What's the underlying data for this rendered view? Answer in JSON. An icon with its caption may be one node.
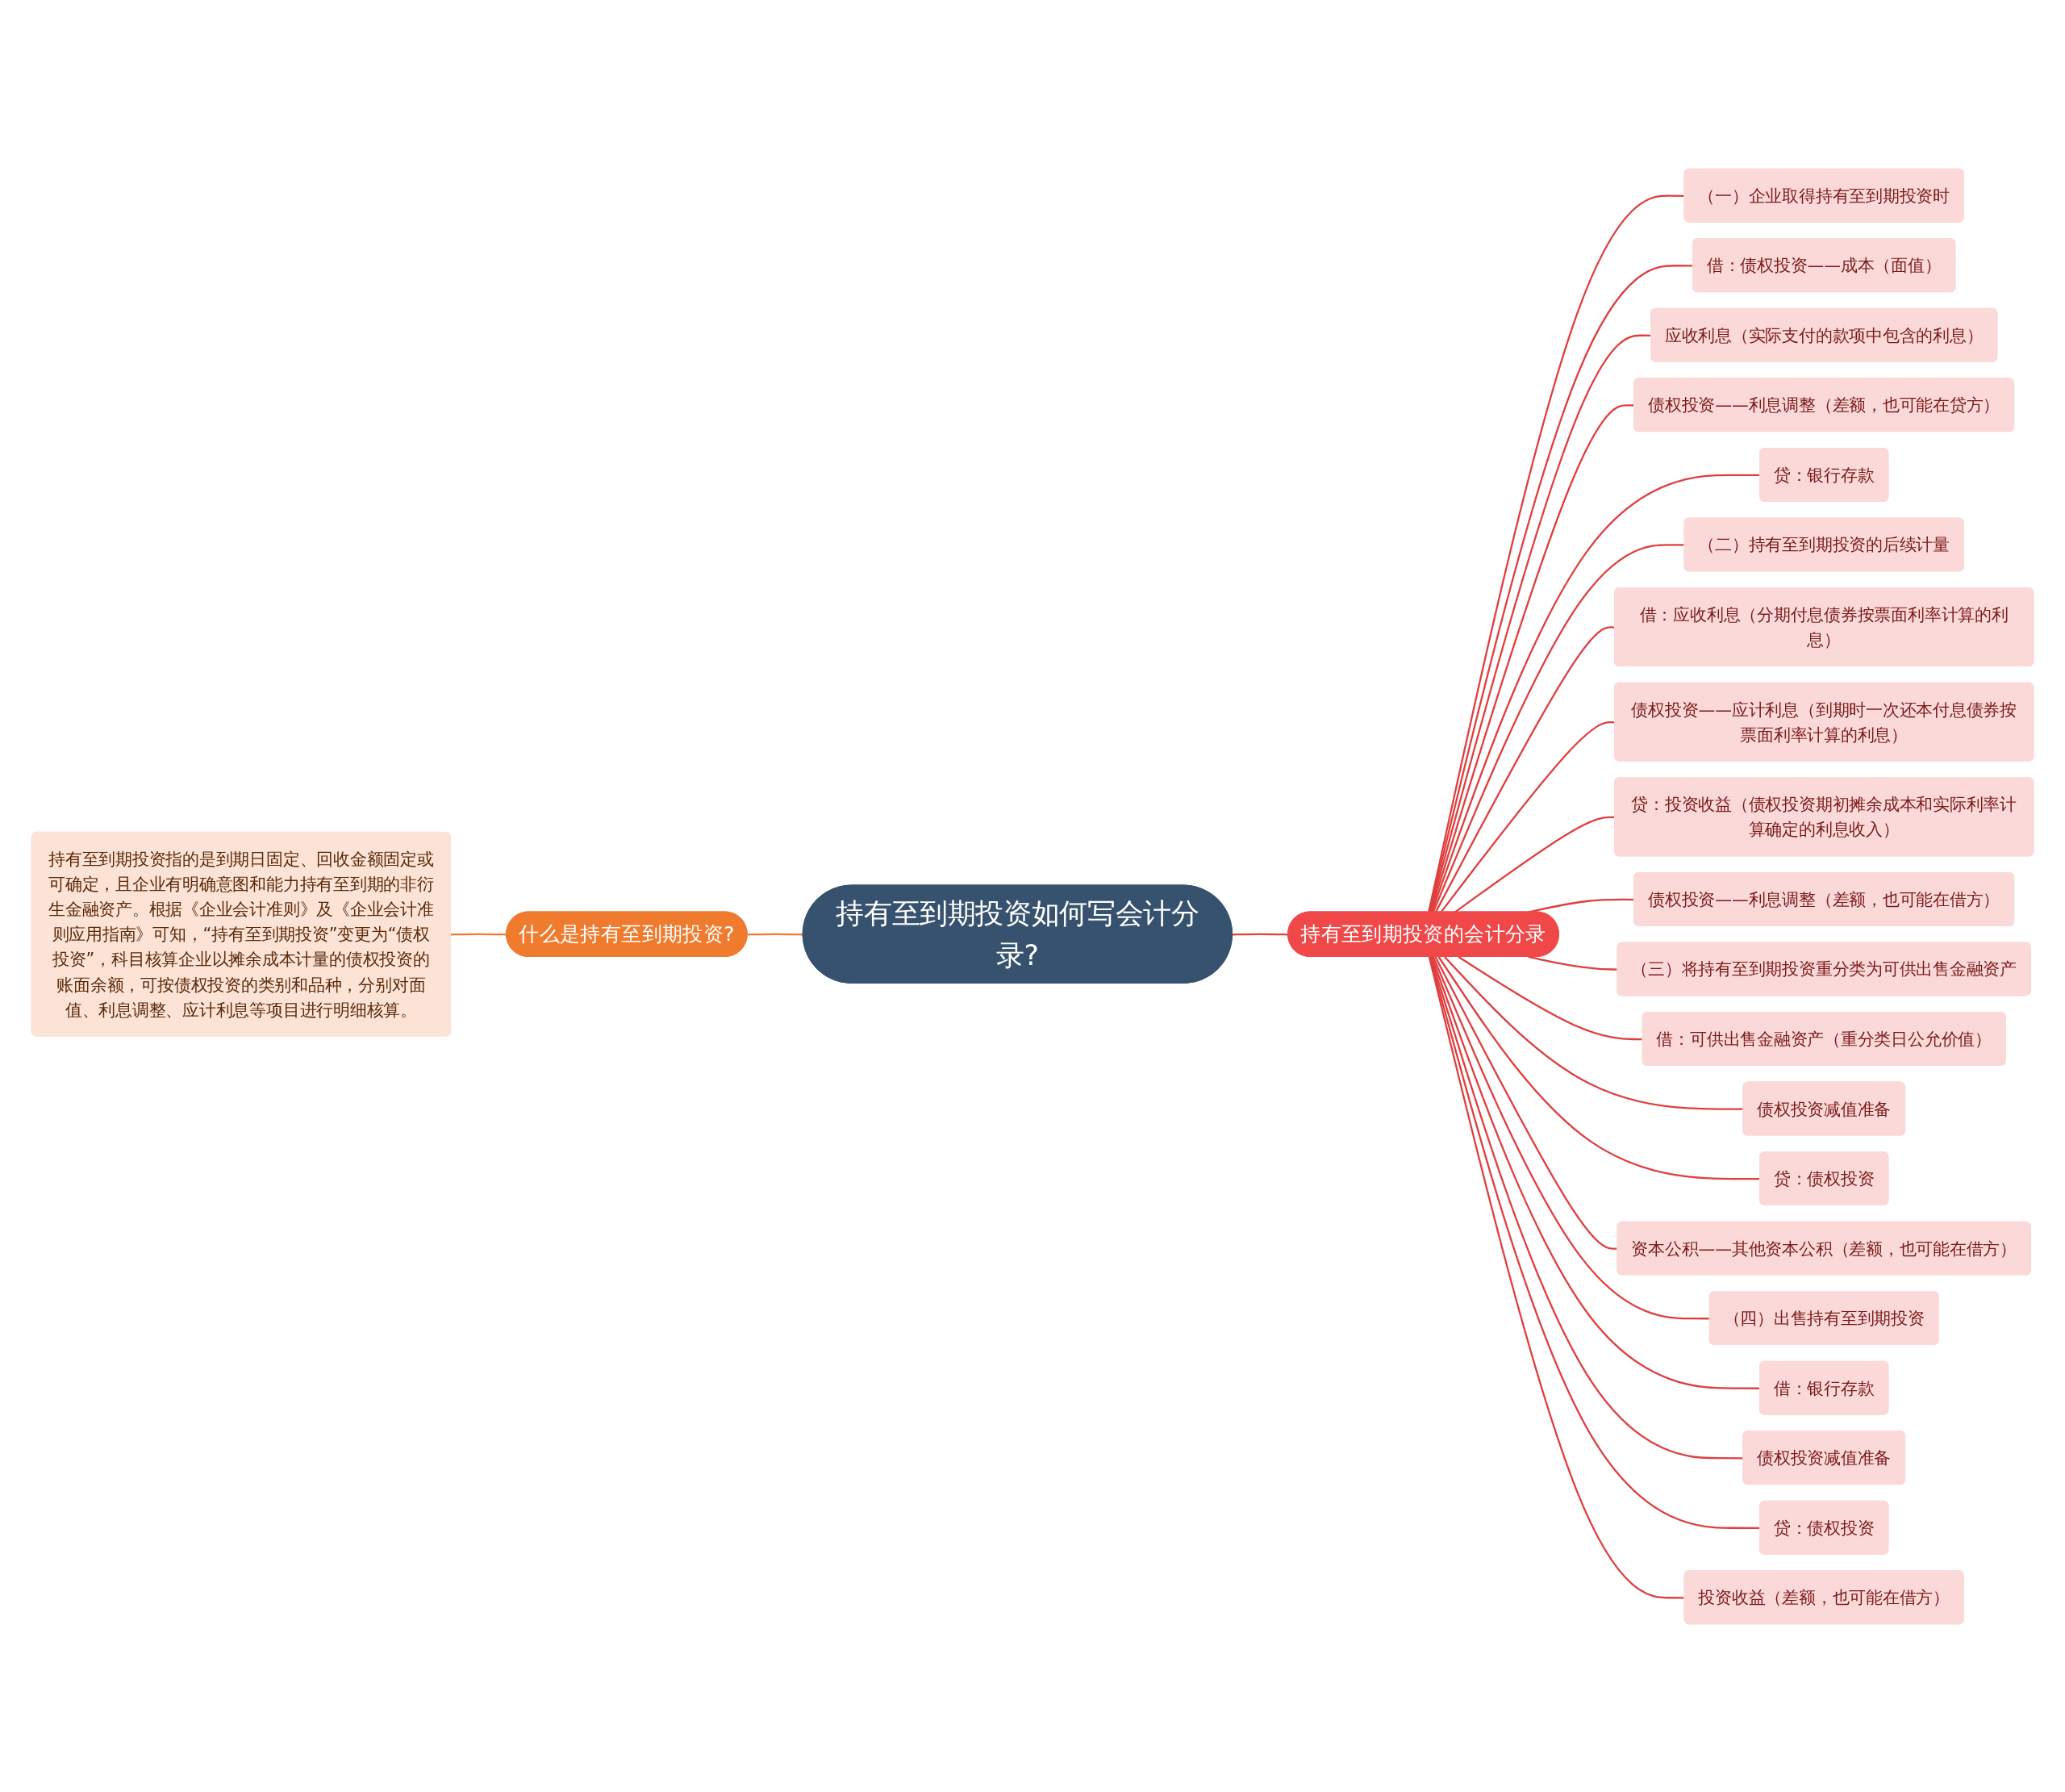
{
  "diagram": {
    "nodes": [
      {
        "text": [
          "持有至到期投资如何写会计分录?"
        ]
      },
      {
        "text": [
          "什么是持有至到期投资?"
        ]
      },
      {
        "text": [
          "持有至到期投资指的是到期日固定、回收金额固定或可确定，且企业有明确意图和能力持有至到期的非衍生金融资产。根据《企业会计准则》及《企业会计准则应用指南》可知，“持有至到期投资”变更为“债权投资”，科目核算企业以摊余成本计量的债权投资的账面余额，可按债权投资的类别和品种，分别对面值、利息调整、应计利息等项目进行明细核算。"
        ]
      },
      {
        "text": [
          "持有至到期投资的会计分录"
        ]
      },
      {
        "text": [
          "（一）企业取得持有至到期投资时"
        ]
      },
      {
        "text": [
          "借：债权投资——成本（面值）"
        ]
      },
      {
        "text": [
          "应收利息（实际支付的款项中包含的利息）"
        ]
      },
      {
        "text": [
          "债权投资——利息调整（差额，也可能在贷方）"
        ]
      },
      {
        "text": [
          "贷：银行存款"
        ]
      },
      {
        "text": [
          "（二）持有至到期投资的后续计量"
        ]
      },
      {
        "text": [
          "借：应收利息（分期付息债券按票面利率计算的利息）"
        ]
      },
      {
        "text": [
          "债权投资——应计利息（到期时一次还本付息债券按票面利率计算的利息）"
        ]
      },
      {
        "text": [
          "贷：投资收益（债权投资期初摊余成本和实际利率计算确定的利息收入）"
        ]
      },
      {
        "text": [
          "债权投资——利息调整（差额，也可能在借方）"
        ]
      },
      {
        "text": [
          "（三）将持有至到期投资重分类为可供出售金融资产"
        ]
      },
      {
        "text": [
          "借：可供出售金融资产（重分类日公允价值）"
        ]
      },
      {
        "text": [
          "债权投资减值准备"
        ]
      },
      {
        "text": [
          "贷：债权投资"
        ]
      },
      {
        "text": [
          "资本公积——其他资本公积（差额，也可能在借方）"
        ]
      },
      {
        "text": [
          "（四）出售持有至到期投资"
        ]
      },
      {
        "text": [
          "借：银行存款"
        ]
      },
      {
        "text": [
          "债权投资减值准备"
        ]
      },
      {
        "text": [
          "贷：债权投资"
        ]
      },
      {
        "text": [
          "投资收益（差额，也可能在借方）"
        ]
      }
    ],
    "edges": [
      {
        "from": 0,
        "to": 1,
        "arrow": "none",
        "color": "#f07a2e"
      },
      {
        "from": 1,
        "to": 2,
        "arrow": "none",
        "color": "#f07a2e"
      },
      {
        "from": 0,
        "to": 3,
        "arrow": "none"
      },
      {
        "from": 3,
        "to": 4,
        "arrow": "none"
      },
      {
        "from": 3,
        "to": 5,
        "arrow": "none"
      },
      {
        "from": 3,
        "to": 6,
        "arrow": "none"
      },
      {
        "from": 3,
        "to": 7,
        "arrow": "none"
      },
      {
        "from": 3,
        "to": 8,
        "arrow": "none"
      },
      {
        "from": 3,
        "to": 9,
        "arrow": "none"
      },
      {
        "from": 3,
        "to": 10,
        "arrow": "none"
      },
      {
        "from": 3,
        "to": 11,
        "arrow": "none"
      },
      {
        "from": 3,
        "to": 12,
        "arrow": "none"
      },
      {
        "from": 3,
        "to": 13,
        "arrow": "none"
      },
      {
        "from": 3,
        "to": 14,
        "arrow": "none"
      },
      {
        "from": 3,
        "to": 15,
        "arrow": "none"
      },
      {
        "from": 3,
        "to": 16,
        "arrow": "none"
      },
      {
        "from": 3,
        "to": 17,
        "arrow": "none"
      },
      {
        "from": 3,
        "to": 18,
        "arrow": "none"
      },
      {
        "from": 3,
        "to": 19,
        "arrow": "none"
      },
      {
        "from": 3,
        "to": 20,
        "arrow": "none"
      },
      {
        "from": 3,
        "to": 21,
        "arrow": "none"
      },
      {
        "from": 3,
        "to": 22,
        "arrow": "none"
      },
      {
        "from": 3,
        "to": 23,
        "arrow": "none"
      }
    ]
  }
}
